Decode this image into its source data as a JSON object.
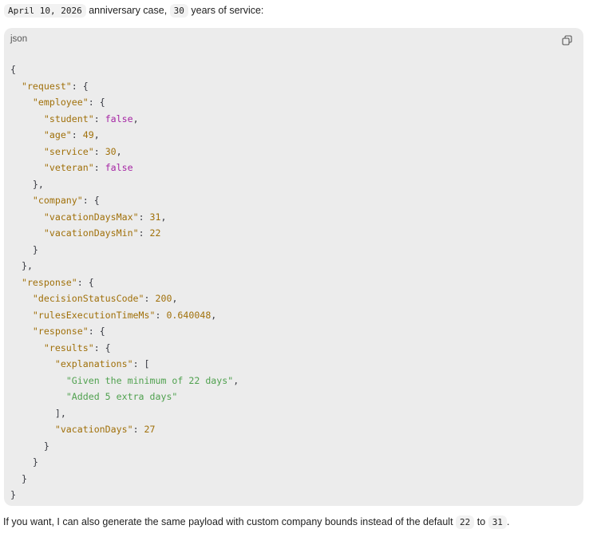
{
  "intro": {
    "date": "April 10, 2026",
    "text1": "anniversary case,",
    "years": "30",
    "text2": "years of service:"
  },
  "code_block": {
    "language": "json",
    "copy_icon": "copy-icon",
    "lines": [
      [
        [
          "p",
          "{"
        ]
      ],
      [
        [
          "p",
          "  "
        ],
        [
          "k",
          "\"request\""
        ],
        [
          "p",
          ": {"
        ]
      ],
      [
        [
          "p",
          "    "
        ],
        [
          "k",
          "\"employee\""
        ],
        [
          "p",
          ": {"
        ]
      ],
      [
        [
          "p",
          "      "
        ],
        [
          "k",
          "\"student\""
        ],
        [
          "p",
          ": "
        ],
        [
          "b",
          "false"
        ],
        [
          "p",
          ","
        ]
      ],
      [
        [
          "p",
          "      "
        ],
        [
          "k",
          "\"age\""
        ],
        [
          "p",
          ": "
        ],
        [
          "n",
          "49"
        ],
        [
          "p",
          ","
        ]
      ],
      [
        [
          "p",
          "      "
        ],
        [
          "k",
          "\"service\""
        ],
        [
          "p",
          ": "
        ],
        [
          "n",
          "30"
        ],
        [
          "p",
          ","
        ]
      ],
      [
        [
          "p",
          "      "
        ],
        [
          "k",
          "\"veteran\""
        ],
        [
          "p",
          ": "
        ],
        [
          "b",
          "false"
        ]
      ],
      [
        [
          "p",
          "    },"
        ]
      ],
      [
        [
          "p",
          "    "
        ],
        [
          "k",
          "\"company\""
        ],
        [
          "p",
          ": {"
        ]
      ],
      [
        [
          "p",
          "      "
        ],
        [
          "k",
          "\"vacationDaysMax\""
        ],
        [
          "p",
          ": "
        ],
        [
          "n",
          "31"
        ],
        [
          "p",
          ","
        ]
      ],
      [
        [
          "p",
          "      "
        ],
        [
          "k",
          "\"vacationDaysMin\""
        ],
        [
          "p",
          ": "
        ],
        [
          "n",
          "22"
        ]
      ],
      [
        [
          "p",
          "    }"
        ]
      ],
      [
        [
          "p",
          "  },"
        ]
      ],
      [
        [
          "p",
          "  "
        ],
        [
          "k",
          "\"response\""
        ],
        [
          "p",
          ": {"
        ]
      ],
      [
        [
          "p",
          "    "
        ],
        [
          "k",
          "\"decisionStatusCode\""
        ],
        [
          "p",
          ": "
        ],
        [
          "n",
          "200"
        ],
        [
          "p",
          ","
        ]
      ],
      [
        [
          "p",
          "    "
        ],
        [
          "k",
          "\"rulesExecutionTimeMs\""
        ],
        [
          "p",
          ": "
        ],
        [
          "n",
          "0.640048"
        ],
        [
          "p",
          ","
        ]
      ],
      [
        [
          "p",
          "    "
        ],
        [
          "k",
          "\"response\""
        ],
        [
          "p",
          ": {"
        ]
      ],
      [
        [
          "p",
          "      "
        ],
        [
          "k",
          "\"results\""
        ],
        [
          "p",
          ": {"
        ]
      ],
      [
        [
          "p",
          "        "
        ],
        [
          "k",
          "\"explanations\""
        ],
        [
          "p",
          ": ["
        ]
      ],
      [
        [
          "p",
          "          "
        ],
        [
          "s",
          "\"Given the minimum of 22 days\""
        ],
        [
          "p",
          ","
        ]
      ],
      [
        [
          "p",
          "          "
        ],
        [
          "s",
          "\"Added 5 extra days\""
        ]
      ],
      [
        [
          "p",
          "        ],"
        ]
      ],
      [
        [
          "p",
          "        "
        ],
        [
          "k",
          "\"vacationDays\""
        ],
        [
          "p",
          ": "
        ],
        [
          "n",
          "27"
        ]
      ],
      [
        [
          "p",
          "      }"
        ]
      ],
      [
        [
          "p",
          "    }"
        ]
      ],
      [
        [
          "p",
          "  }"
        ]
      ],
      [
        [
          "p",
          "}"
        ]
      ]
    ]
  },
  "outro": {
    "text1": "If you want, I can also generate the same payload with custom company bounds instead of the default",
    "min": "22",
    "to": "to",
    "max": "31",
    "end": "."
  }
}
